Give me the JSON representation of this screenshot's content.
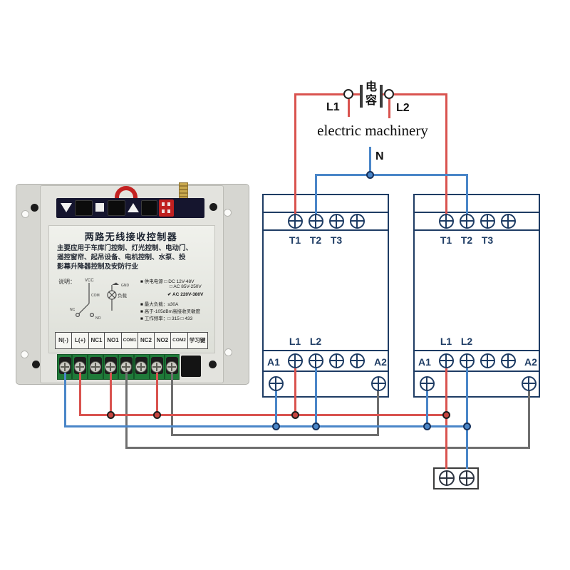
{
  "top": {
    "cap_char1": "电",
    "cap_char2": "容",
    "l1": "L1",
    "l2": "L2",
    "machinery": "electric machinery",
    "neutral": "N"
  },
  "module": {
    "title": "两路无线接收控制器",
    "desc1": "主要应用于车库门控制、灯光控制、电动门、",
    "desc2": "遥控窗帘、起吊设备、电机控制、水泵、投",
    "desc3": "影幕升降器控制及安防行业",
    "note_label": "说明：",
    "schematic": {
      "vcc": "VCC",
      "com": "COM",
      "nc": "NC",
      "no": "NO",
      "gnd": "GND",
      "load": "负载"
    },
    "spec_power": "■ 供电电源  □ DC 12V-48V",
    "spec_power_opt2": "□ AC 85V-250V",
    "spec_power_opt3": "✔ AC 220V-380V",
    "spec_load": "■ 最大负载：≤30A",
    "spec_sensitivity": "■ 高于-105dBm高接收灵敏度",
    "spec_freq": "■ 工作频率：□ 315  □ 433",
    "terminals": [
      "N(-)",
      "L(+)",
      "NC1",
      "NO1",
      "COM1",
      "NC2",
      "NO2",
      "COM2",
      "学习键"
    ]
  },
  "contactor_left": {
    "t1": "T1",
    "t2": "T2",
    "t3": "T3",
    "l1": "L1",
    "l2": "L2",
    "a1": "A1",
    "a2": "A2"
  },
  "contactor_right": {
    "t1": "T1",
    "t2": "T2",
    "t3": "T3",
    "l1": "L1",
    "l2": "L2",
    "a1": "A1",
    "a2": "A2"
  },
  "colors": {
    "live_wire": "#d9534f",
    "neutral_wire": "#4a86c8",
    "control_wire": "#6f6f6f",
    "contactor_outline": "#1e3c64",
    "dip_switch": "#c02020",
    "antenna_gold": "#c8a84e",
    "terminal_green": "#1f7a39"
  }
}
